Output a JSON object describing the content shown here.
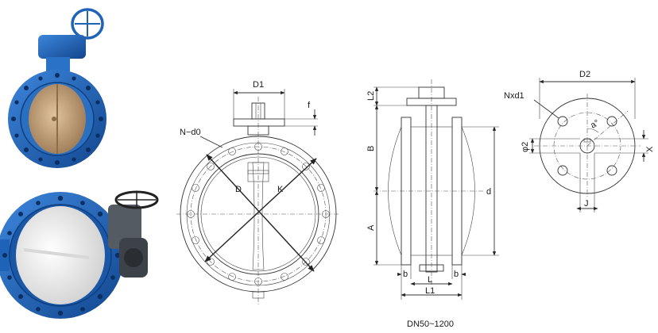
{
  "labels": {
    "D1": "D1",
    "f": "f",
    "N_d0": "N−d0",
    "D": "D",
    "K": "K",
    "L2": "L2",
    "B": "B",
    "A": "A",
    "d": "d",
    "b": "b",
    "L": "L",
    "L1": "L1",
    "D2": "D2",
    "Nxd1": "Nxd1",
    "a_deg": "a°",
    "phi2": "φ2",
    "X": "X",
    "J": "J"
  },
  "caption": "DN50~1200",
  "colors": {
    "valve_blue": "#1f63b8",
    "disc_bronze": "#c9a37a",
    "disc_white": "#f1f1f1",
    "line": "#333333"
  }
}
